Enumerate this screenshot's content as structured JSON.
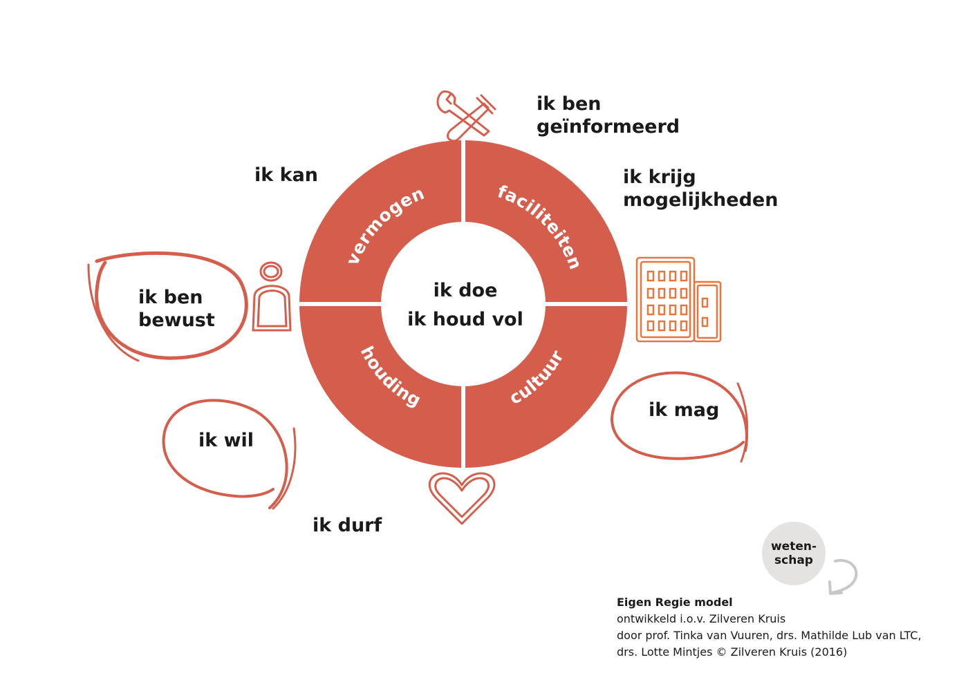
{
  "center": {
    "text": "ik doe\nik houd vol"
  },
  "segments": [
    "vermogen",
    "faciliteiten",
    "cultuur",
    "houding"
  ],
  "labels": {
    "ik_ben_geinformeerd": "ik ben\ngeïnformeerd",
    "ik_kan": "ik kan",
    "ik_krijg_mogelijkheden": "ik krijg\nmogelijkheden",
    "ik_ben_bewust": "ik ben\nbewust",
    "ik_mag": "ik mag",
    "ik_wil": "ik wil",
    "ik_durf": "ik durf"
  },
  "bubble": {
    "text": "weten-\nschap"
  },
  "credits": {
    "title": "Eigen Regie model",
    "lines": [
      "ontwikkeld i.o.v. Zilveren Kruis",
      "door prof. Tinka van Vuuren, drs. Mathilde Lub van LTC,",
      "drs. Lotte Mintjes © Zilveren Kruis (2016)"
    ]
  },
  "icons": [
    "tools-icon",
    "person-icon",
    "building-icon",
    "heart-icon",
    "curved-arrow-icon"
  ],
  "colors": {
    "ring": "#d45d4c",
    "icon_orange": "#e8743b",
    "bubble": "#e4e3e2",
    "text": "#1a1a1a"
  }
}
